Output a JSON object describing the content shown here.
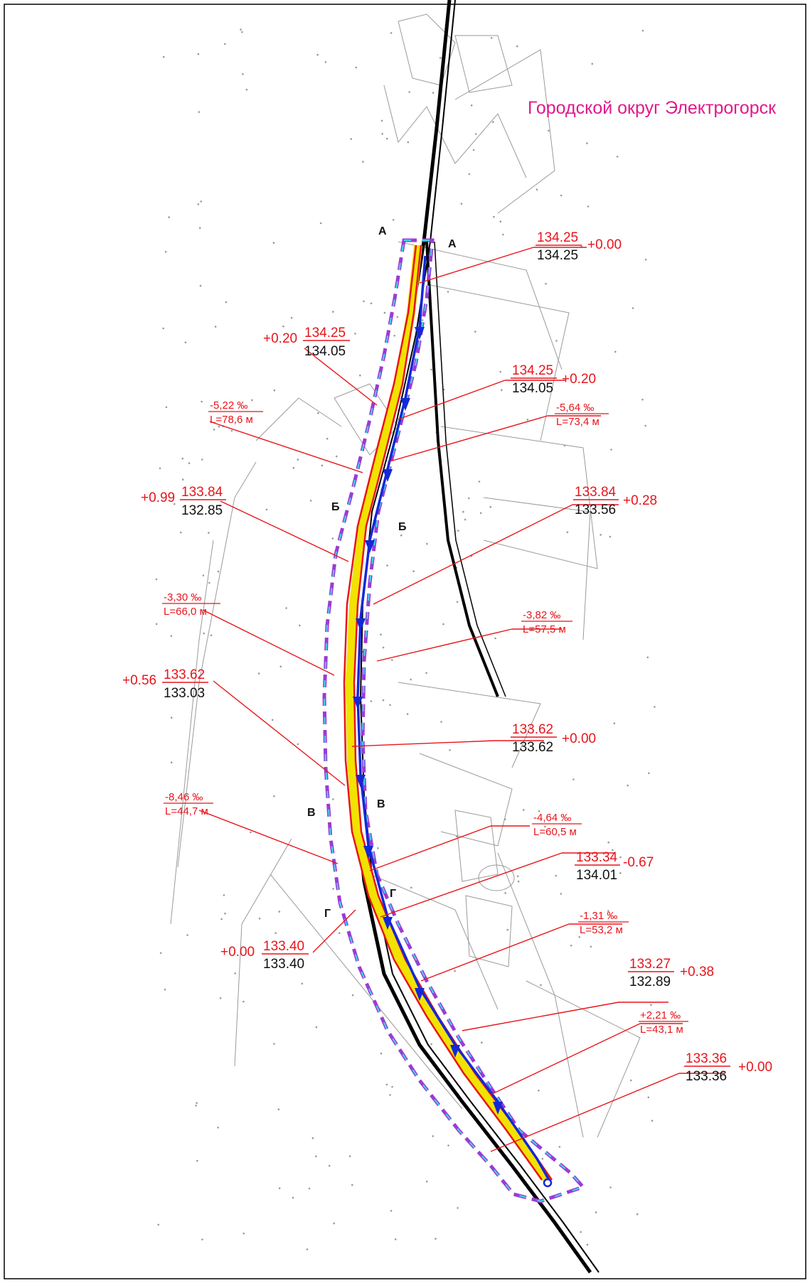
{
  "title": "Городской округ Электрогорск",
  "colors": {
    "title": "#e01a8c",
    "design_mark": "#e8141b",
    "existing_mark": "#111111",
    "flow_arrows": "#1428d8",
    "boundary_magenta": "#9b3bd6",
    "boundary_cyan": "#3fd6e6",
    "axis_yellow": "#f2e200"
  },
  "sections": [
    "А",
    "А",
    "Б",
    "Б",
    "В",
    "В",
    "Г",
    "Г"
  ],
  "elevations": [
    {
      "design": "134.25",
      "existing": "134.25",
      "delta": "+0.00"
    },
    {
      "design": "134.25",
      "existing": "134.05",
      "delta": "+0.20"
    },
    {
      "design": "134.25",
      "existing": "134.05",
      "delta": "+0.20"
    },
    {
      "design": "133.84",
      "existing": "132.85",
      "delta": "+0.99"
    },
    {
      "design": "133.84",
      "existing": "133.56",
      "delta": "+0.28"
    },
    {
      "design": "133.62",
      "existing": "133.03",
      "delta": "+0.56"
    },
    {
      "design": "133.62",
      "existing": "133.62",
      "delta": "+0.00"
    },
    {
      "design": "133.34",
      "existing": "134.01",
      "delta": "-0.67"
    },
    {
      "design": "133.40",
      "existing": "133.40",
      "delta": "+0.00"
    },
    {
      "design": "133.27",
      "existing": "132.89",
      "delta": "+0.38"
    },
    {
      "design": "133.36",
      "existing": "133.36",
      "delta": "+0.00"
    }
  ],
  "slopes": [
    {
      "grade": "-5,22 ‰",
      "length": "L=78,6 м"
    },
    {
      "grade": "-5,64 ‰",
      "length": "L=73,4 м"
    },
    {
      "grade": "-3,30 ‰",
      "length": "L=66,0 м"
    },
    {
      "grade": "-3,82 ‰",
      "length": "L=57,5 м"
    },
    {
      "grade": "-8,46 ‰",
      "length": "L=44,7 м"
    },
    {
      "grade": "-4,64 ‰",
      "length": "L=60,5 м"
    },
    {
      "grade": "-1,31 ‰",
      "length": "L=53,2 м"
    },
    {
      "grade": "+2,21 ‰",
      "length": "L=43,1 м"
    }
  ]
}
